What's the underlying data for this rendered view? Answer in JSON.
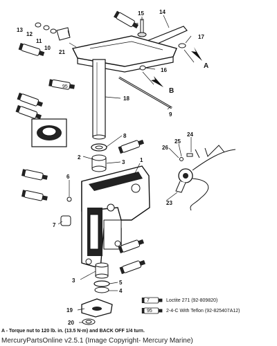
{
  "callouts": {
    "n1": "1",
    "n2": "2",
    "n3a": "3",
    "n3b": "3",
    "n4": "4",
    "n5": "5",
    "n6": "6",
    "n7": "7",
    "n8": "8",
    "n9": "9",
    "n10": "10",
    "n11": "11",
    "n12": "12",
    "n13": "13",
    "n14": "14",
    "n15": "15",
    "n16": "16",
    "n17": "17",
    "n18": "18",
    "n19": "19",
    "n20": "20",
    "n21": "21",
    "n23": "23",
    "n24": "24",
    "n25": "25",
    "n26": "26",
    "A": "A",
    "B": "B"
  },
  "tube_labels": {
    "t7": "7",
    "t95": "95"
  },
  "legend": {
    "item1_num": "7",
    "item1_text": "Loctite 271 (92-809820)",
    "item2_num": "95",
    "item2_text": "2-4-C With Teflon (92-825407A12)"
  },
  "note": "A - Torque nut to 120 lb. in. (13.5 N·m) and BACK OFF 1/4 turn.",
  "footer": "MercuryPartsOnline v2.5.1 (Image Copyright- Mercury Marine)"
}
